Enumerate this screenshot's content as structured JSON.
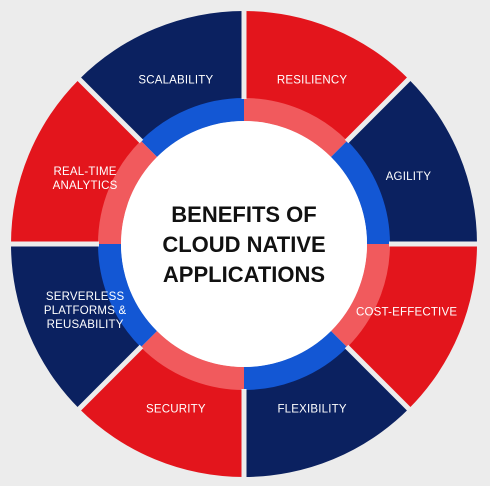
{
  "title_lines": [
    "BENEFITS OF",
    "CLOUD NATIVE",
    "APPLICATIONS"
  ],
  "colors": {
    "red": "#e3151c",
    "navy": "#0b2160",
    "inner_blue": "#1357d4",
    "inner_pink": "#f15a5d",
    "gap": "#ececec",
    "center": "#ffffff",
    "text_dark": "#111111",
    "text_light": "#ffffff"
  },
  "segments": [
    {
      "name": "scalability",
      "color": "navy",
      "inner": "blue",
      "lines": [
        "SCALABILITY"
      ]
    },
    {
      "name": "resiliency",
      "color": "red",
      "inner": "pink",
      "lines": [
        "RESILIENCY"
      ]
    },
    {
      "name": "agility",
      "color": "navy",
      "inner": "blue",
      "lines": [
        "AGILITY"
      ]
    },
    {
      "name": "cost-effective",
      "color": "red",
      "inner": "pink",
      "lines": [
        "COST-EFFECTIVE"
      ]
    },
    {
      "name": "flexibility",
      "color": "navy",
      "inner": "blue",
      "lines": [
        "FLEXIBILITY"
      ]
    },
    {
      "name": "security",
      "color": "red",
      "inner": "pink",
      "lines": [
        "SECURITY"
      ]
    },
    {
      "name": "serverless-platforms",
      "color": "navy",
      "inner": "blue",
      "lines": [
        "SERVERLESS",
        "PLATFORMS &",
        "REUSABILITY"
      ]
    },
    {
      "name": "real-time-analytics",
      "color": "red",
      "inner": "pink",
      "lines": [
        "REAL-TIME",
        "ANALYTICS"
      ]
    }
  ]
}
